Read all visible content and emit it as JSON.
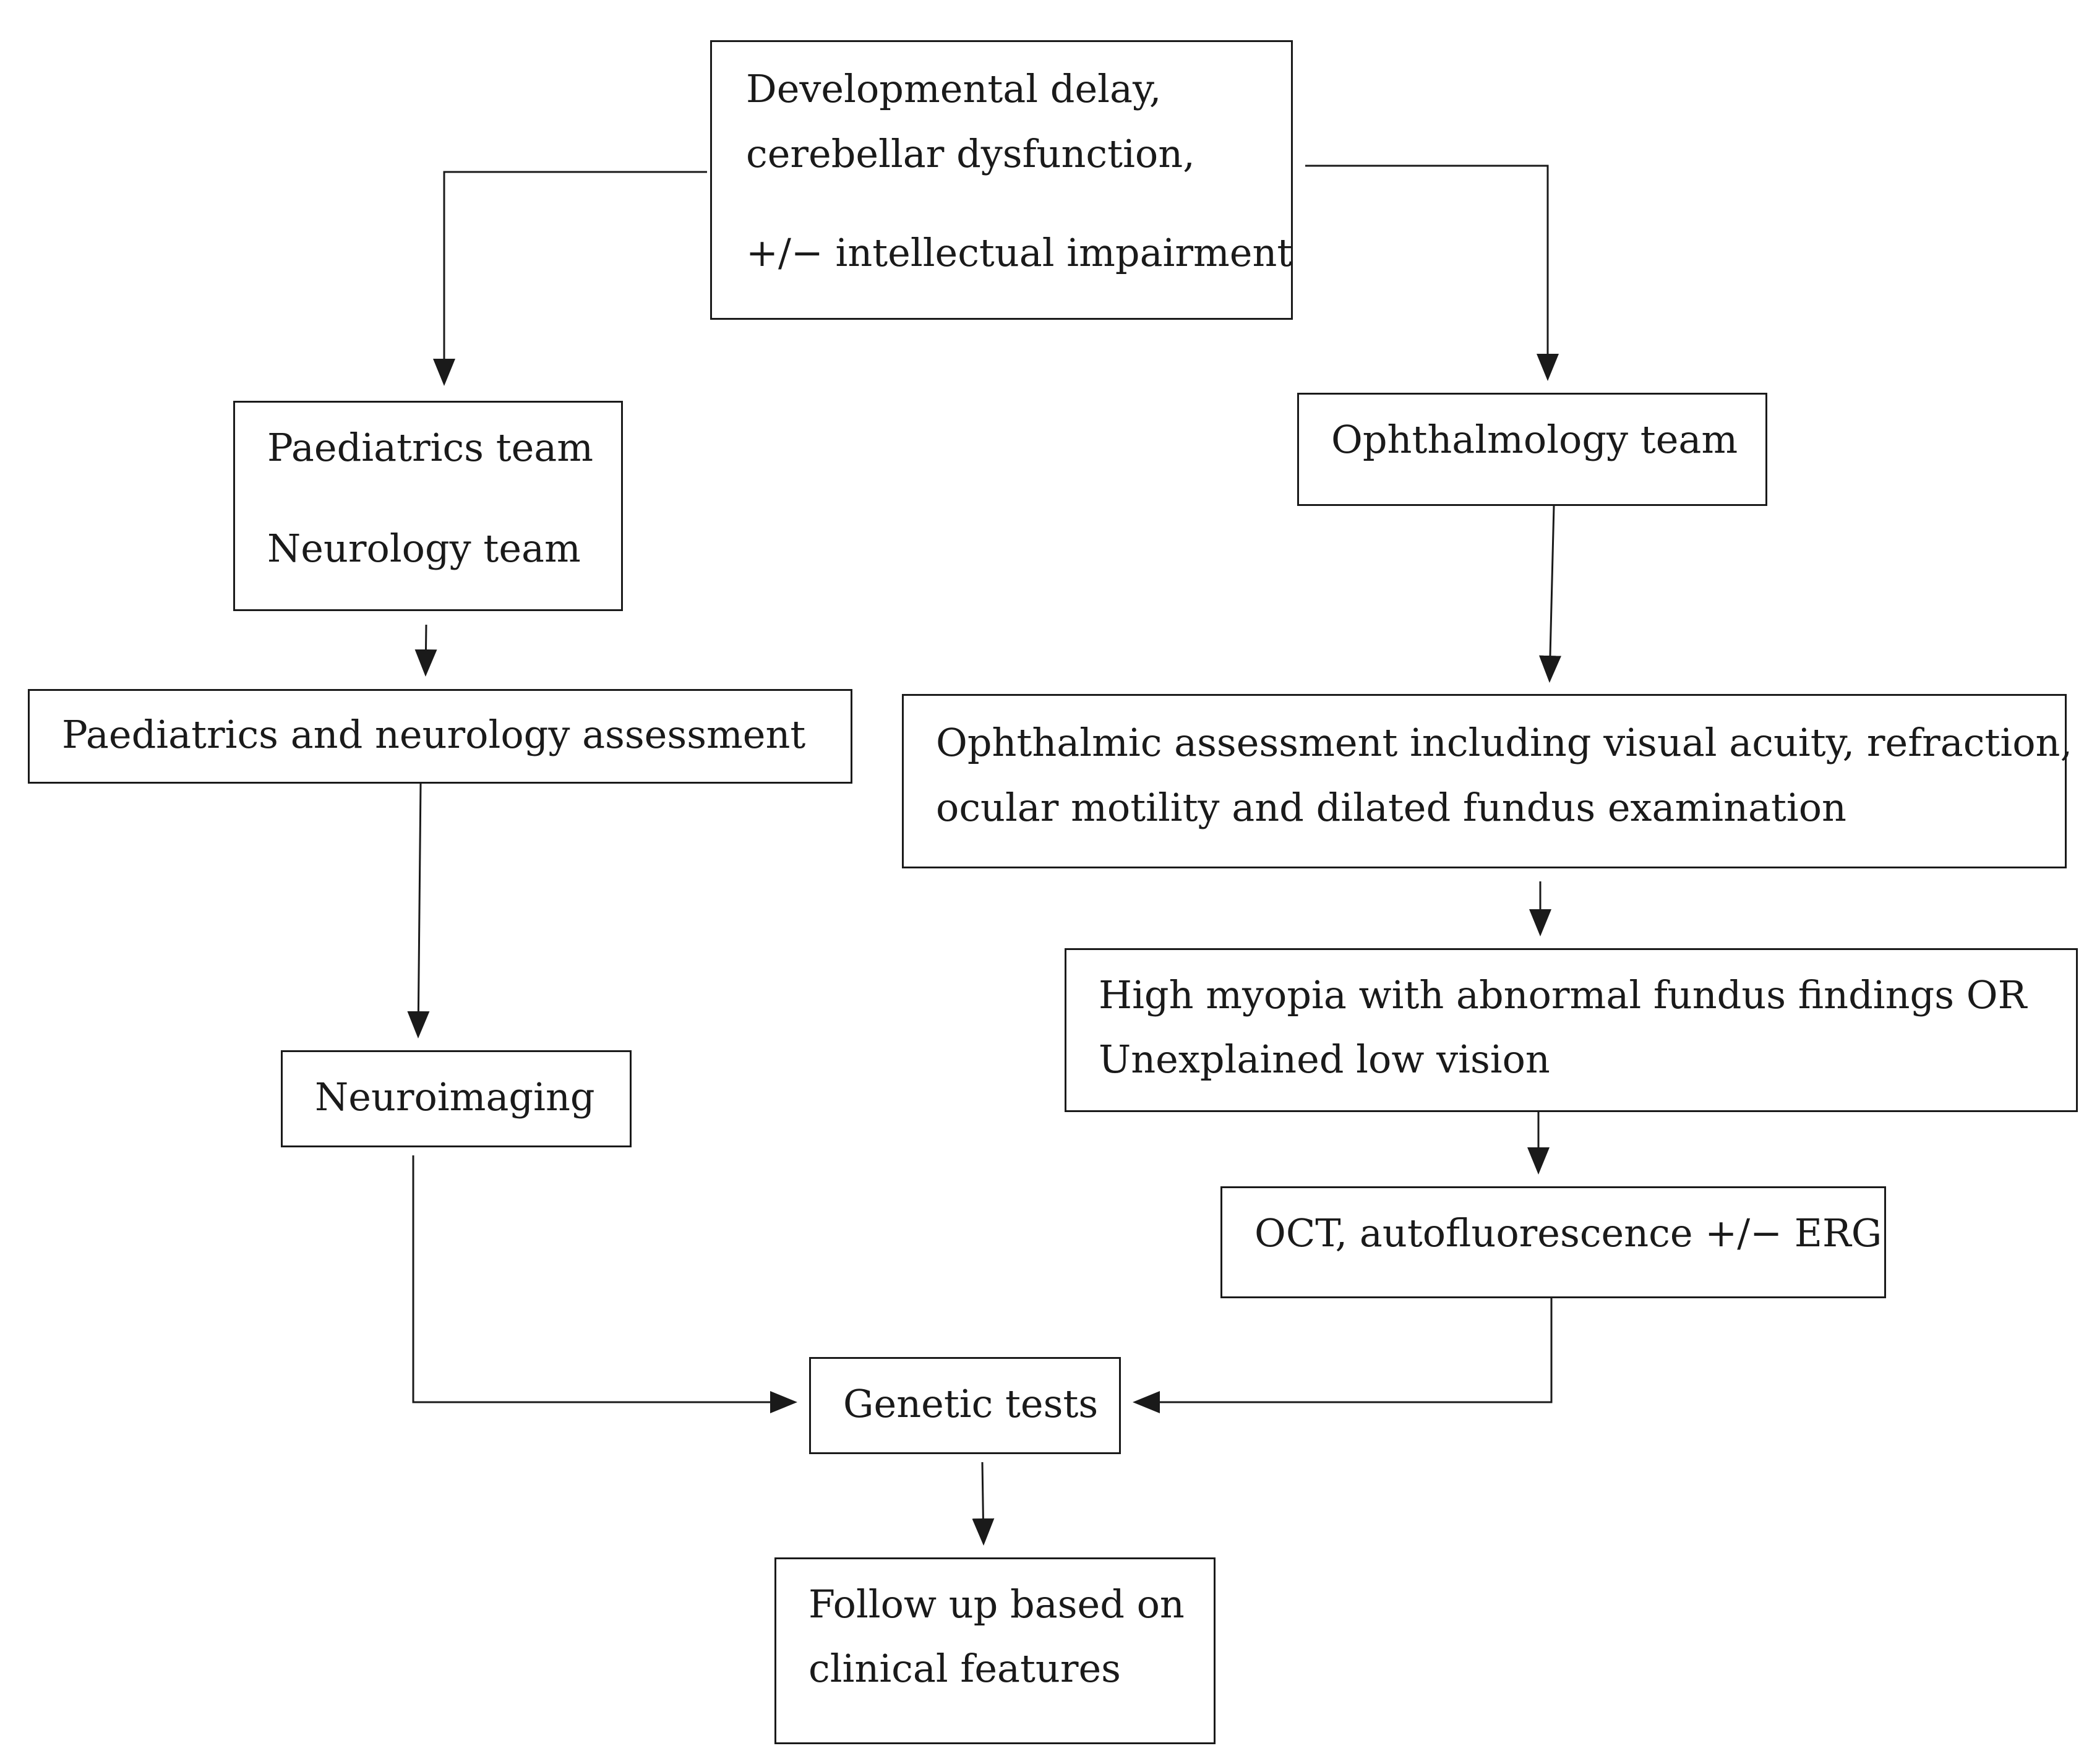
{
  "diagram": {
    "nodes": {
      "start": {
        "lines": [
          "Developmental delay,",
          "cerebellar dysfunction,",
          "+/− intellectual impairment"
        ]
      },
      "paediatrics_neurology_team": {
        "lines": [
          "Paediatrics team",
          "Neurology team"
        ]
      },
      "ophthalmology_team": {
        "lines": [
          "Ophthalmology team"
        ]
      },
      "paediatrics_neurology_assessment": {
        "lines": [
          "Paediatrics and neurology assessment"
        ]
      },
      "ophthalmic_assessment": {
        "lines": [
          "Ophthalmic assessment including visual acuity, refraction,",
          "ocular motility and dilated fundus examination"
        ]
      },
      "high_myopia": {
        "lines": [
          "High myopia with abnormal fundus findings OR",
          "Unexplained low vision"
        ]
      },
      "neuroimaging": {
        "lines": [
          "Neuroimaging"
        ]
      },
      "oct": {
        "lines": [
          "OCT, autofluorescence +/− ERG"
        ]
      },
      "genetic_tests": {
        "lines": [
          "Genetic tests"
        ]
      },
      "follow_up": {
        "lines": [
          "Follow up based on",
          "clinical features"
        ]
      }
    },
    "edges": [
      {
        "from": "start",
        "to": "paediatrics_neurology_team"
      },
      {
        "from": "start",
        "to": "ophthalmology_team"
      },
      {
        "from": "paediatrics_neurology_team",
        "to": "paediatrics_neurology_assessment"
      },
      {
        "from": "paediatrics_neurology_assessment",
        "to": "neuroimaging"
      },
      {
        "from": "ophthalmology_team",
        "to": "ophthalmic_assessment"
      },
      {
        "from": "ophthalmic_assessment",
        "to": "high_myopia"
      },
      {
        "from": "high_myopia",
        "to": "oct"
      },
      {
        "from": "neuroimaging",
        "to": "genetic_tests"
      },
      {
        "from": "oct",
        "to": "genetic_tests"
      },
      {
        "from": "genetic_tests",
        "to": "follow_up"
      }
    ],
    "colors": {
      "stroke": "#1a1a1a",
      "fill": "#ffffff",
      "text": "#1a1a1a"
    }
  }
}
